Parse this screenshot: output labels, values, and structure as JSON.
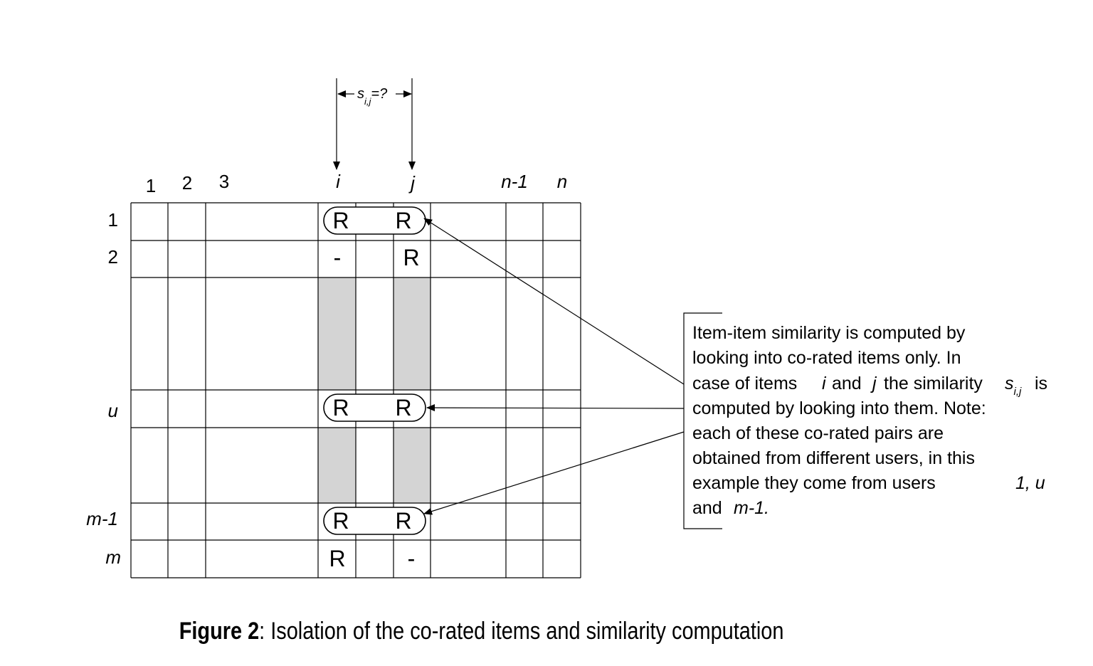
{
  "similarity": {
    "symbol": "s",
    "subscript": "i,j",
    "suffix": "=?"
  },
  "columns": [
    "1",
    "2",
    "3",
    "i",
    "j",
    "n-1",
    "n"
  ],
  "rows": [
    "1",
    "2",
    "u",
    "m-1",
    "m"
  ],
  "cells": {
    "r1_i": "R",
    "r1_j": "R",
    "r2_i": "-",
    "r2_j": "R",
    "ru_i": "R",
    "ru_j": "R",
    "rm1_i": "R",
    "rm1_j": "R",
    "rm_i": "R",
    "rm_j": "-"
  },
  "note": {
    "line1": "Item-item similarity is computed by",
    "line2": "looking into co-rated items only. In",
    "line3_a": "case of items",
    "line3_i": "i",
    "line3_b": "and",
    "line3_j": "j",
    "line3_c": "the similarity",
    "line3_s": "s",
    "line3_sub": "i,j",
    "line3_d": "is",
    "line4": "computed by looking into them. Note:",
    "line5": "each of these co-rated pairs are",
    "line6": "obtained from different users, in this",
    "line7_a": "example they come from users",
    "line7_b": "1, u",
    "line8_a": "and",
    "line8_b": "m-1."
  },
  "caption": {
    "label": "Figure 2",
    "text": ": Isolation of the co-rated items and similarity computation"
  },
  "colors": {
    "shade": "#d4d4d4",
    "line": "#000000"
  }
}
